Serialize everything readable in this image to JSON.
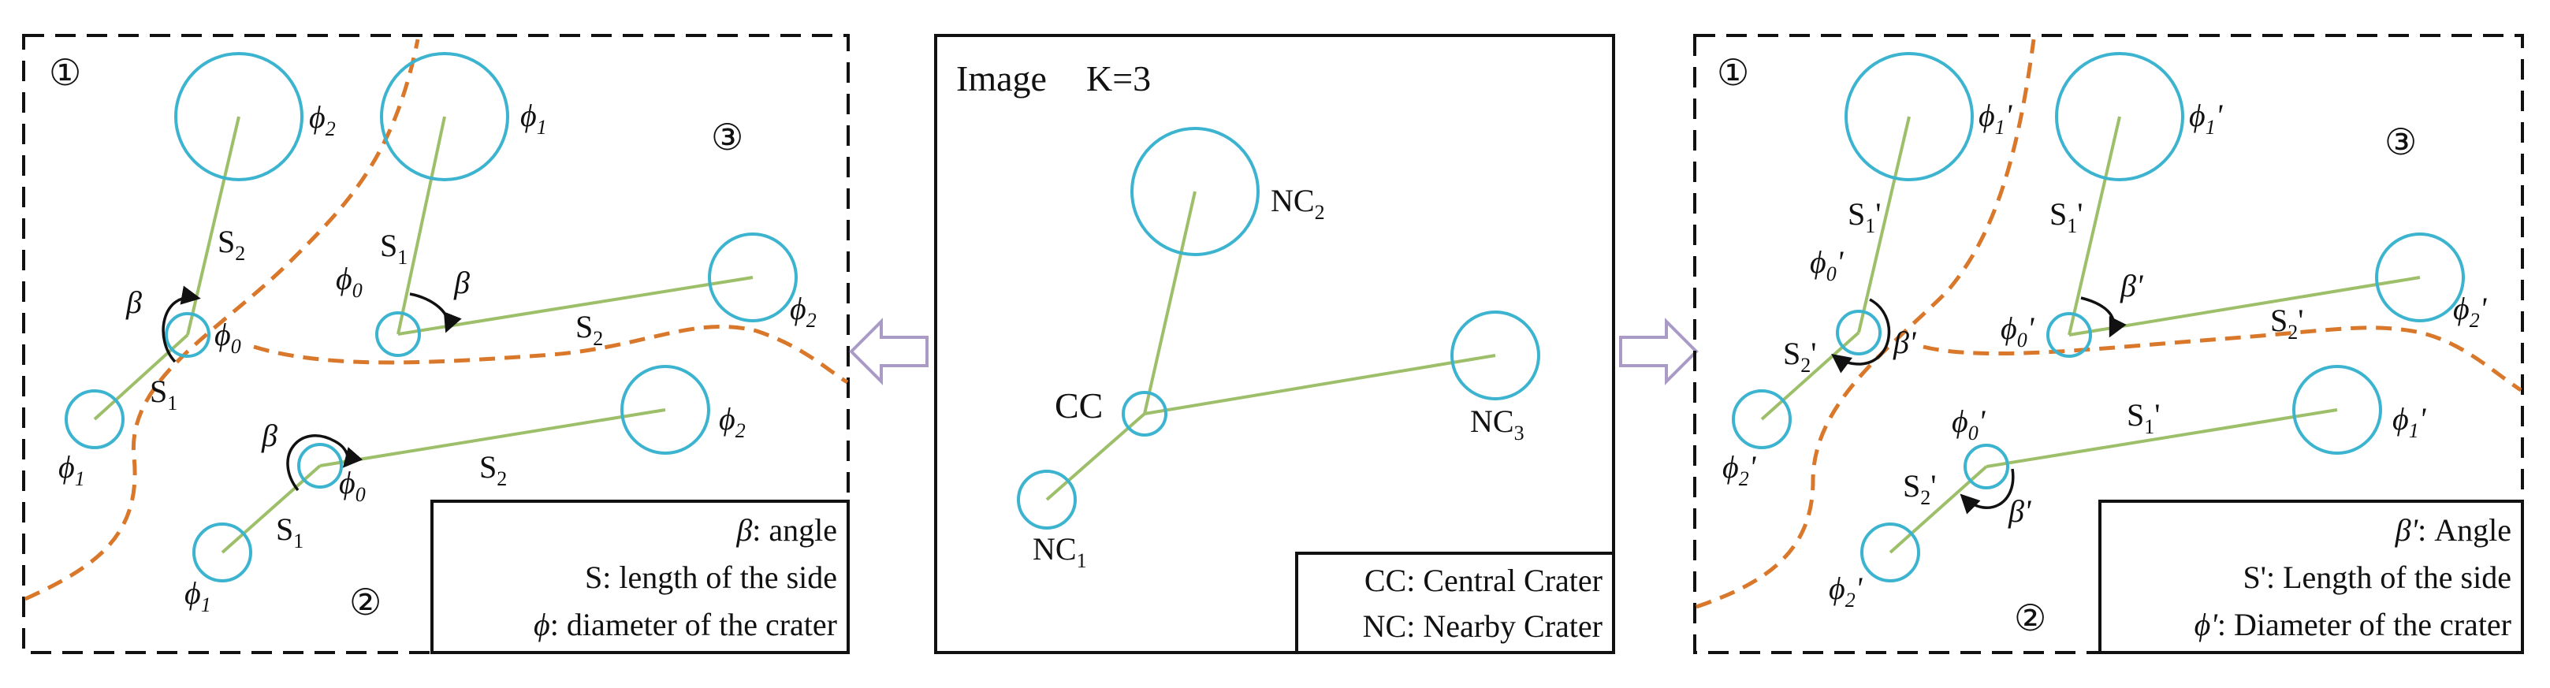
{
  "colors": {
    "crater": "#3cb4d0",
    "link": "#9dbf6a",
    "boundary": "#d9782a",
    "ink": "#111111",
    "arrow_fill": "#ffffff",
    "arrow_stroke": "#a99bc6"
  },
  "left_panel": {
    "region_labels": [
      "①",
      "②",
      "③"
    ],
    "legend": {
      "angle_sym": "β",
      "angle_text": ": angle",
      "side_sym": "S",
      "side_text": ": length of the side",
      "diam_sym": "ϕ",
      "diam_text": ": diameter of the crater"
    },
    "labels": {
      "beta": "β",
      "phi": "ϕ",
      "S": "S",
      "sub0": "0",
      "sub1": "1",
      "sub2": "2"
    }
  },
  "center_panel": {
    "title": "Image",
    "k_label": "K=3",
    "cc_label": "CC",
    "nc_label": "NC",
    "nc_subs": [
      "1",
      "2",
      "3"
    ],
    "legend": {
      "cc_line": "CC: Central Crater",
      "nc_line": "NC: Nearby Crater"
    }
  },
  "right_panel": {
    "region_labels": [
      "①",
      "②",
      "③"
    ],
    "legend": {
      "angle_sym": "β'",
      "angle_text": ": Angle",
      "side_sym": "S'",
      "side_text": ": Length of the side",
      "diam_sym": "ϕ'",
      "diam_text": ": Diameter of the crater"
    },
    "labels": {
      "beta": "β'",
      "phi": "ϕ",
      "S": "S",
      "prime": "'",
      "sub0": "0",
      "sub1": "1",
      "sub2": "2"
    }
  }
}
